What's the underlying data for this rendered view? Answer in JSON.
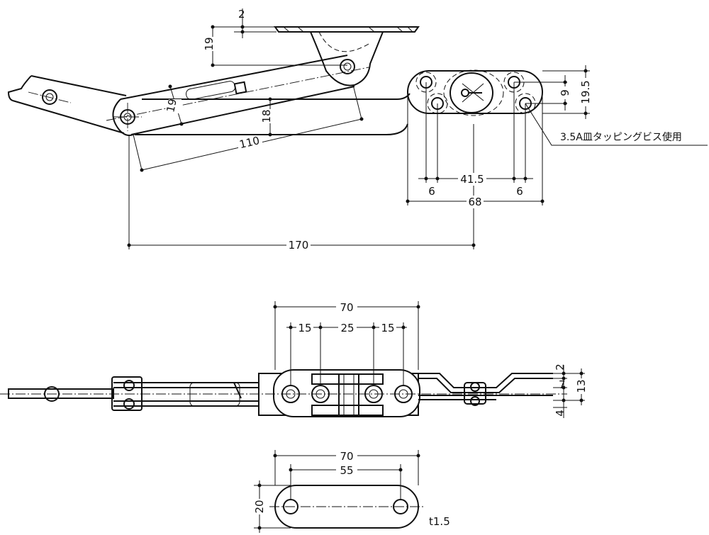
{
  "side_view": {
    "d_2": "2",
    "d_19_bracket": "19",
    "d_19_slot": "19",
    "d_18": "18",
    "d_110": "110",
    "d_170": "170",
    "d_68": "68",
    "d_41_5": "41.5",
    "d_6_left": "6",
    "d_6_right": "6",
    "d_9": "9",
    "d_19_5": "19.5",
    "screw_note": "3.5A皿タッピングビス使用"
  },
  "top_view": {
    "d_70": "70",
    "d_15_left": "15",
    "d_25": "25",
    "d_15_right": "15",
    "d_2": "2",
    "d_7": "7",
    "d_13": "13",
    "d_4": "4"
  },
  "plate_view": {
    "d_70": "70",
    "d_55": "55",
    "d_20": "20",
    "thickness": "t1.5"
  }
}
